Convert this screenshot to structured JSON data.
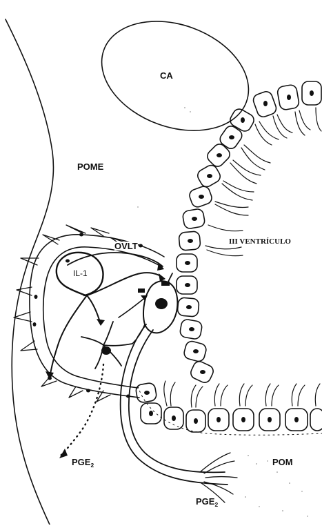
{
  "labels": {
    "ca": "CA",
    "pome": "POME",
    "ovlt": "OVLT",
    "ventricle": "III VENTRÍCULO",
    "il1": "IL-1",
    "pge_left_base": "PGE",
    "pge_left_sub": "2",
    "pge_bottom_base": "PGE",
    "pge_bottom_sub": "2",
    "pom": "POM"
  },
  "colors": {
    "ink": "#111111",
    "background": "#ffffff"
  }
}
